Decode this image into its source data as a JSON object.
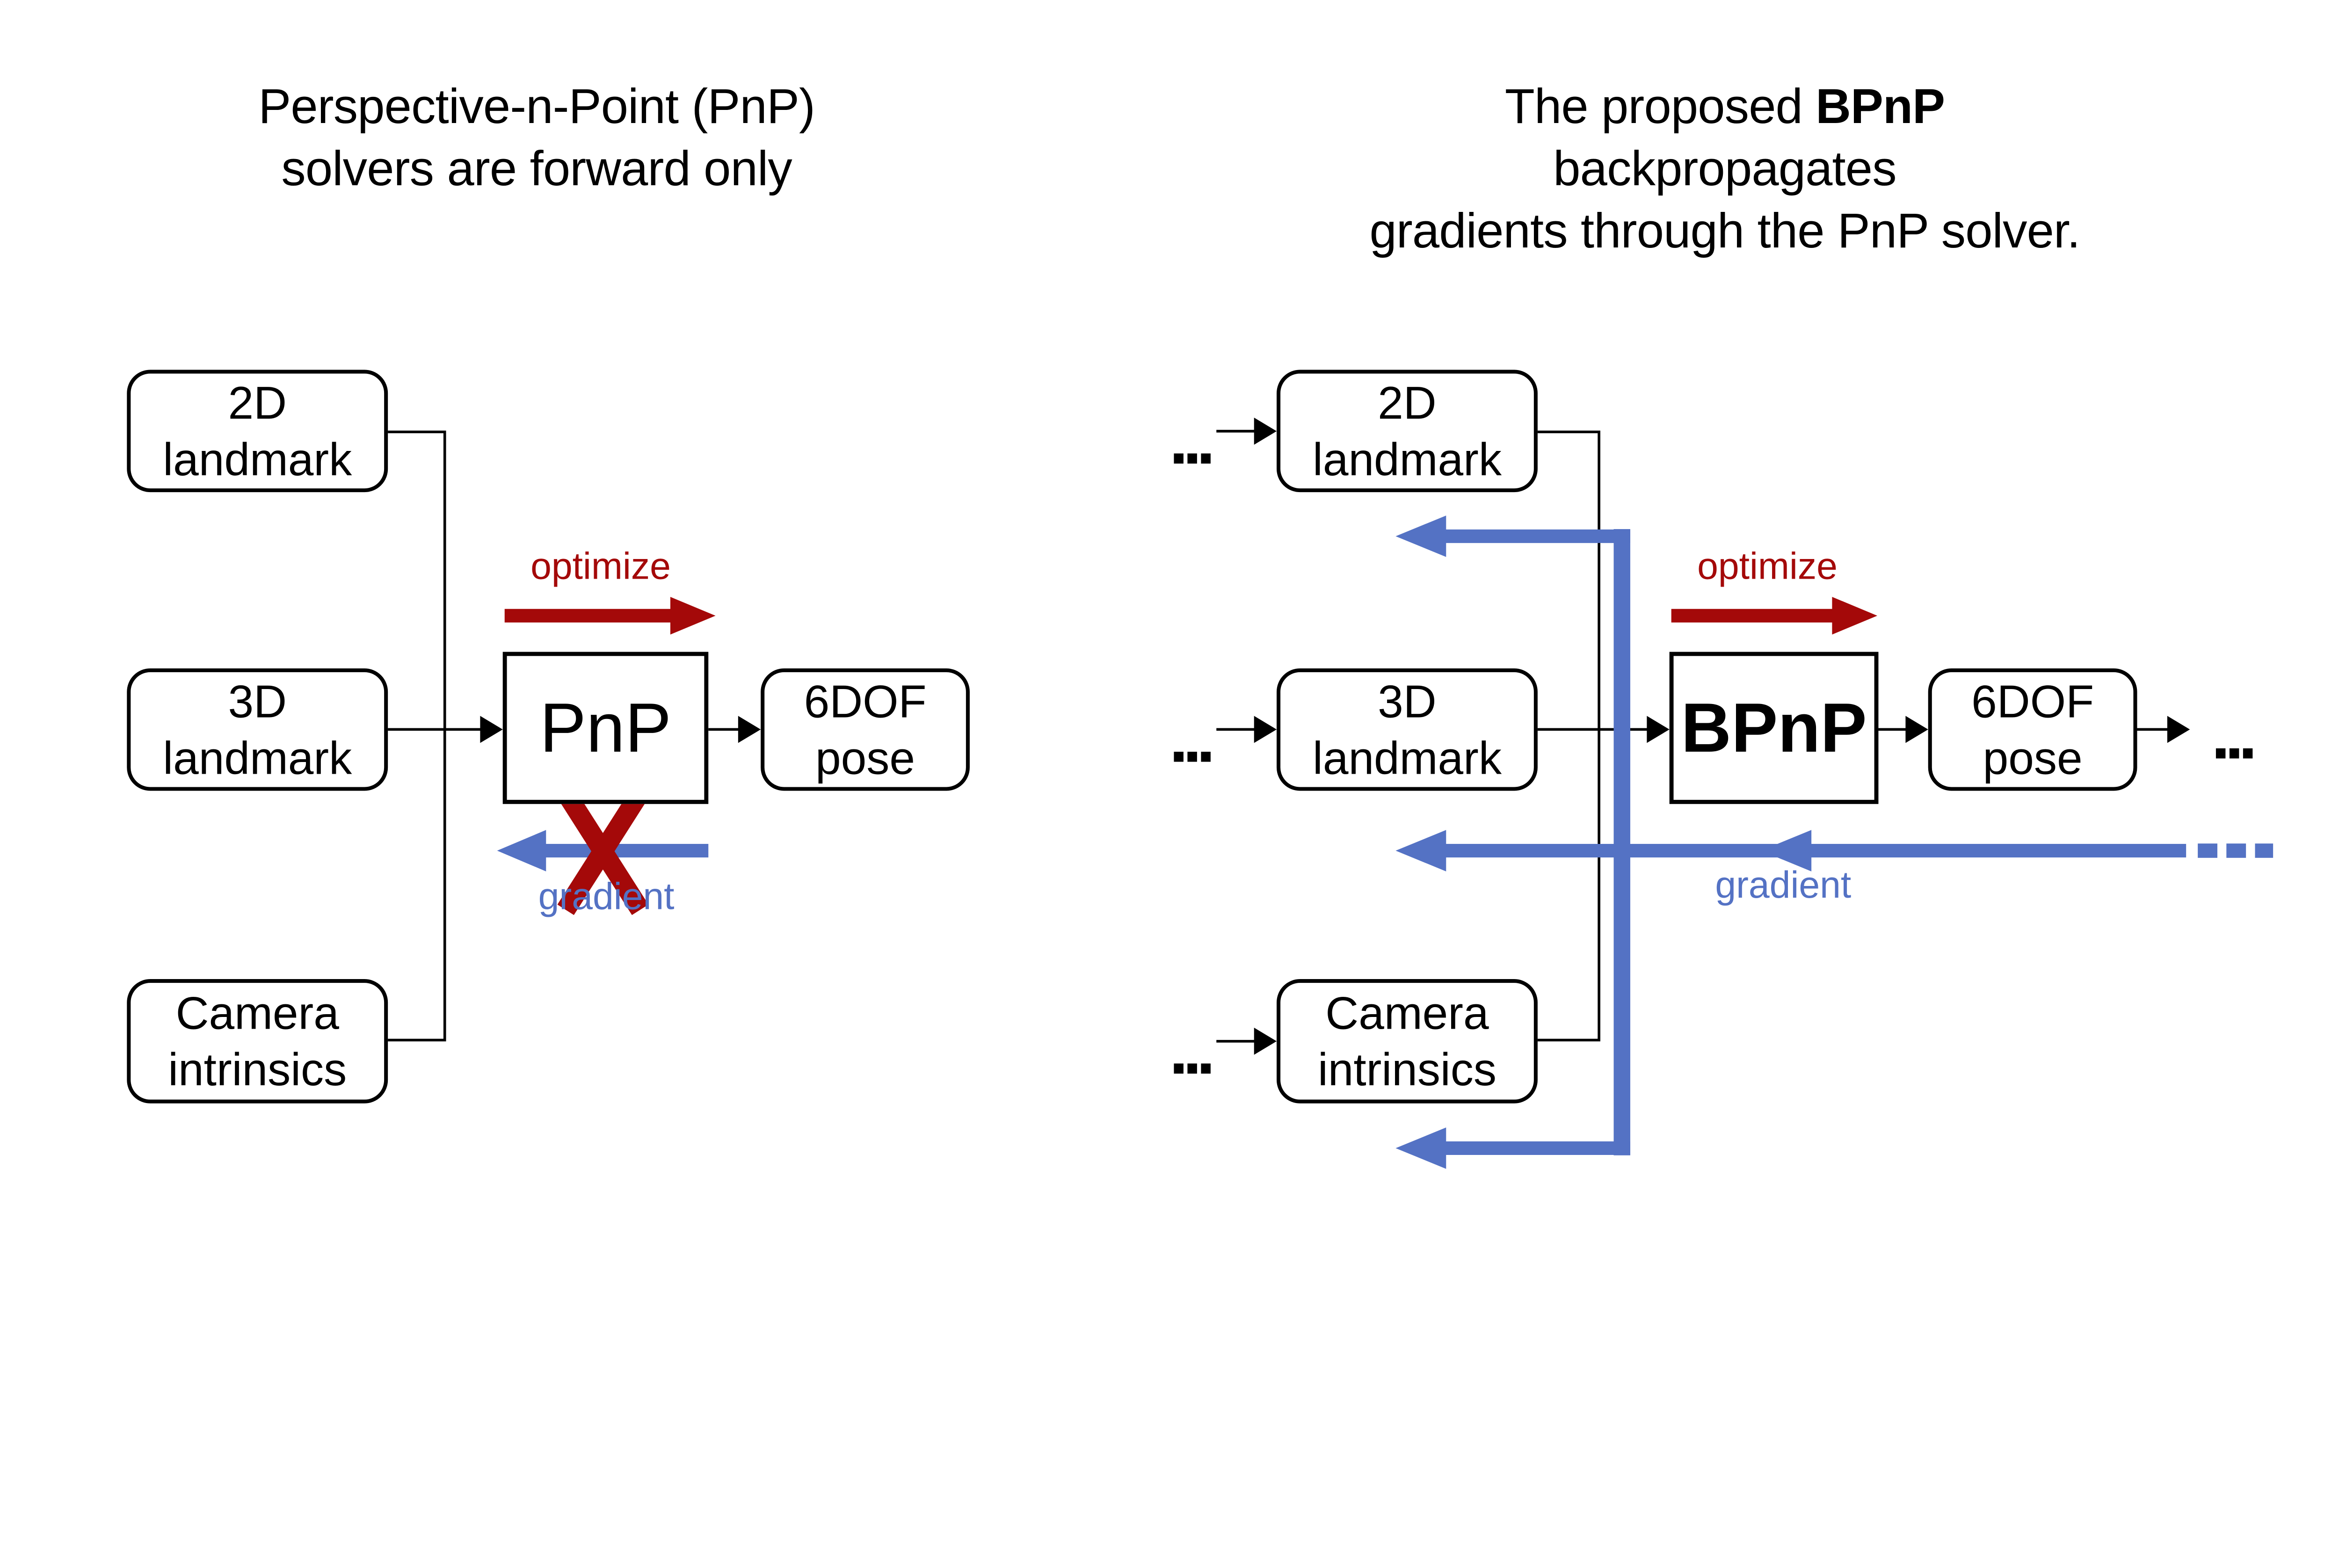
{
  "colors": {
    "arrow_red": "#A40909",
    "arrow_blue": "#5472C4",
    "text_black": "#000000",
    "background": "#FFFFFF"
  },
  "left_panel": {
    "title_line1": "Perspective-n-Point (PnP)",
    "title_line2": "solvers are forward only",
    "input_boxes": [
      {
        "label": "2D\nlandmark"
      },
      {
        "label": "3D\nlandmark"
      },
      {
        "label": "Camera\nintrinsics"
      }
    ],
    "solver_label": "PnP",
    "output_label": "6DOF\npose",
    "optimize_label": "optimize",
    "gradient_label": "gradient"
  },
  "right_panel": {
    "title_pre": "The proposed ",
    "title_bold": "BPnP",
    "title_post": " backpropagates",
    "title_line2": "gradients through the PnP solver.",
    "input_boxes": [
      {
        "label": "2D\nlandmark"
      },
      {
        "label": "3D\nlandmark"
      },
      {
        "label": "Camera\nintrinsics"
      }
    ],
    "solver_label": "BPnP",
    "output_label": "6DOF\npose",
    "optimize_label": "optimize",
    "gradient_label": "gradient",
    "input_ellipsis": "...",
    "output_ellipsis": "..."
  }
}
